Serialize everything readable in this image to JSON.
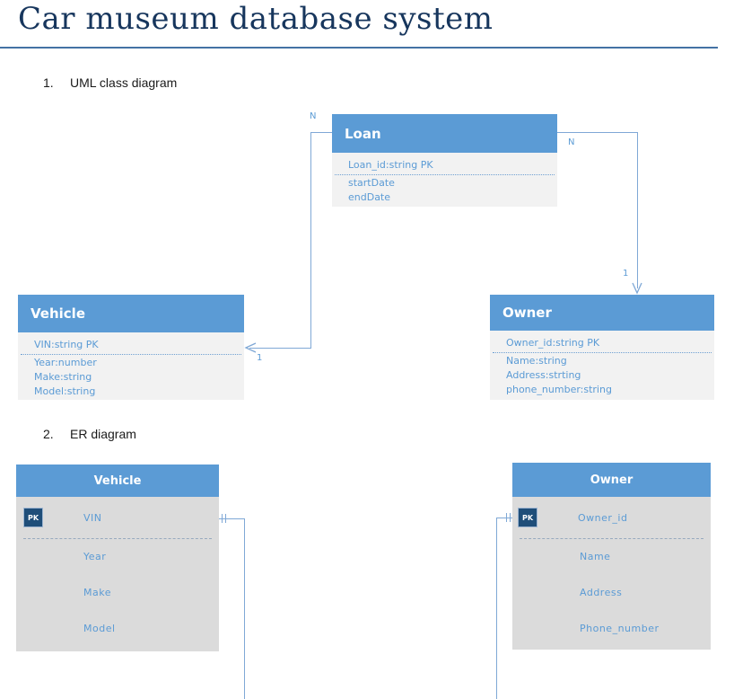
{
  "document": {
    "title": "Car museum database system",
    "sections": [
      {
        "number": "1.",
        "label": "UML class diagram"
      },
      {
        "number": "2.",
        "label": "ER diagram"
      }
    ]
  },
  "colors": {
    "accent_blue": "#5B9BD5",
    "pk_badge_navy": "#1F4E79",
    "uml_body_gray": "#F2F2F2",
    "er_body_gray": "#DBDBDB",
    "connector_blue": "#7FA8D6",
    "title_navy": "#17365D",
    "title_rule_blue": "#4472A4"
  },
  "uml_diagram": {
    "classes": {
      "loan": {
        "name": "Loan",
        "key_attribute": "Loan_id:string PK",
        "attributes": [
          "startDate",
          "endDate"
        ]
      },
      "vehicle": {
        "name": "Vehicle",
        "key_attribute": "VIN:string PK",
        "attributes": [
          "Year:number",
          "Make:string",
          "Model:string"
        ]
      },
      "owner": {
        "name": "Owner",
        "key_attribute": "Owner_id:string PK",
        "attributes": [
          "Name:string",
          "Address:strting",
          "phone_number:string"
        ]
      }
    },
    "relationships": {
      "loan_to_vehicle": {
        "from_label": "N",
        "to_label": "1"
      },
      "loan_to_owner": {
        "from_label": "N",
        "to_label": "1"
      }
    }
  },
  "er_diagram": {
    "tables": {
      "vehicle": {
        "name": "Vehicle",
        "key_badge": "PK",
        "key_column": "VIN",
        "columns": [
          "Year",
          "Make",
          "Model"
        ]
      },
      "owner": {
        "name": "Owner",
        "key_badge": "PK",
        "key_column": "Owner_id",
        "columns": [
          "Name",
          "Address",
          "Phone_number"
        ]
      }
    }
  }
}
